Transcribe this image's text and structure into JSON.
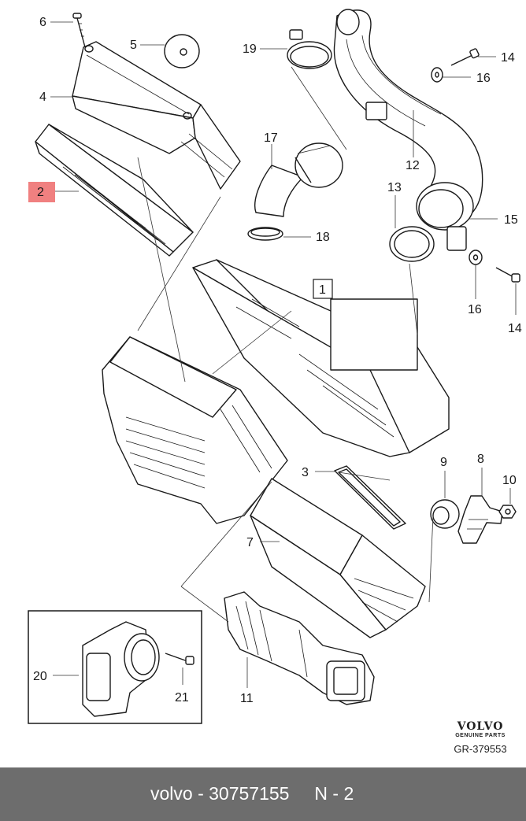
{
  "diagram": {
    "callouts": [
      {
        "id": "6",
        "label": "6"
      },
      {
        "id": "5",
        "label": "5"
      },
      {
        "id": "4",
        "label": "4"
      },
      {
        "id": "2",
        "label": "2",
        "highlight": "#f08080"
      },
      {
        "id": "19",
        "label": "19"
      },
      {
        "id": "17",
        "label": "17"
      },
      {
        "id": "18",
        "label": "18"
      },
      {
        "id": "12",
        "label": "12"
      },
      {
        "id": "13",
        "label": "13"
      },
      {
        "id": "14a",
        "label": "14"
      },
      {
        "id": "16a",
        "label": "16"
      },
      {
        "id": "15",
        "label": "15"
      },
      {
        "id": "16b",
        "label": "16"
      },
      {
        "id": "14b",
        "label": "14"
      },
      {
        "id": "1",
        "label": "1",
        "boxed": true
      },
      {
        "id": "3",
        "label": "3"
      },
      {
        "id": "9",
        "label": "9"
      },
      {
        "id": "8",
        "label": "8"
      },
      {
        "id": "10",
        "label": "10"
      },
      {
        "id": "7",
        "label": "7"
      },
      {
        "id": "20",
        "label": "20"
      },
      {
        "id": "21",
        "label": "21"
      },
      {
        "id": "11",
        "label": "11"
      }
    ]
  },
  "branding": {
    "logo_text": "VOLVO",
    "logo_subtext": "GENUINE PARTS",
    "reference_code": "GR-379553"
  },
  "footer": {
    "text": "volvo - 30757155     N - 2",
    "background": "#6d6d6d"
  },
  "colors": {
    "highlight": "#f08080",
    "line": "#1a1a1a"
  }
}
